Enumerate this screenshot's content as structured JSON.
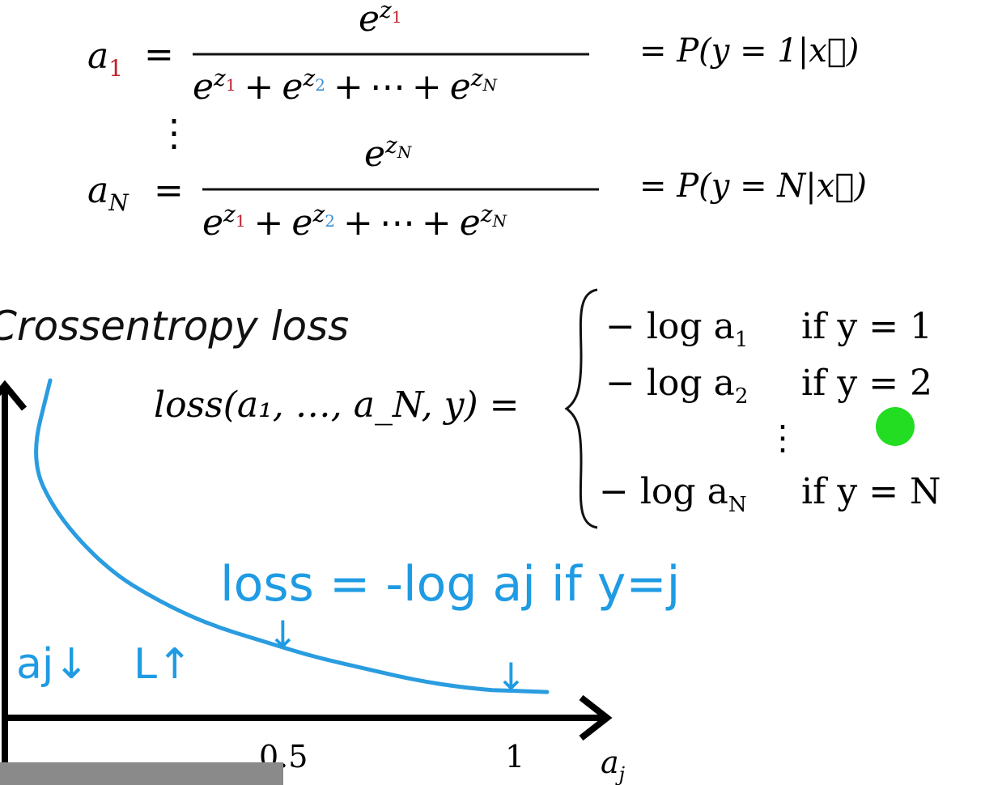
{
  "softmax": {
    "eq1": {
      "lhs_base": "a",
      "lhs_sub": "1",
      "equals": "=",
      "num_base": "e",
      "num_sup_base": "z",
      "num_sup_sub": "1",
      "den": {
        "t1_sub": "1",
        "t2_sub": "2",
        "tN_sub": "N",
        "plus": "+",
        "dots": "⋯",
        "e": "e",
        "z": "z"
      },
      "prob": "= P(y = 1|x⃗)"
    },
    "vdots": "⋮",
    "eqN": {
      "lhs_base": "a",
      "lhs_sub": "N",
      "equals": "=",
      "num_base": "e",
      "num_sup_base": "z",
      "num_sup_sub": "N",
      "prob": "= P(y = N|x⃗)"
    }
  },
  "crossentropy": {
    "heading": "Crossentropy loss",
    "loss_fn": "loss(a₁, …, a_N, y) =",
    "cases": [
      {
        "expr": "− log a",
        "sub": "1",
        "cond": "if y = 1"
      },
      {
        "expr": "− log a",
        "sub": "2",
        "cond": "if y = 2"
      },
      {
        "expr": "− log a",
        "sub": "N",
        "cond": "if y = N"
      }
    ],
    "case_dots": "⋮"
  },
  "handwriting": {
    "loss_note": "loss = -log aj if y=j",
    "aj_down": "aj↓",
    "L_up": "L↑",
    "arrow_down": "↓"
  },
  "plot": {
    "x_tick_labels": [
      "0.5",
      "1"
    ],
    "x_axis_label": "a",
    "x_axis_sub": "j",
    "curve_color": "#2a9ce0",
    "chart_data": {
      "type": "line",
      "x": [
        0.0,
        0.05,
        0.1,
        0.2,
        0.3,
        0.4,
        0.5,
        0.6,
        0.7,
        0.8,
        0.9,
        1.0
      ],
      "y": [
        4.0,
        3.0,
        2.3,
        1.6,
        1.2,
        0.9,
        0.7,
        0.5,
        0.35,
        0.2,
        0.1,
        0.05
      ]
    }
  },
  "colors": {
    "red_sub": "#c0202a",
    "blue_sub": "#3a8fd8",
    "handwriting": "#1f9be3",
    "green_dot": "#22dd22",
    "subtitle_bg": "#8a8a8a"
  },
  "subtitle": {
    "text": ""
  }
}
